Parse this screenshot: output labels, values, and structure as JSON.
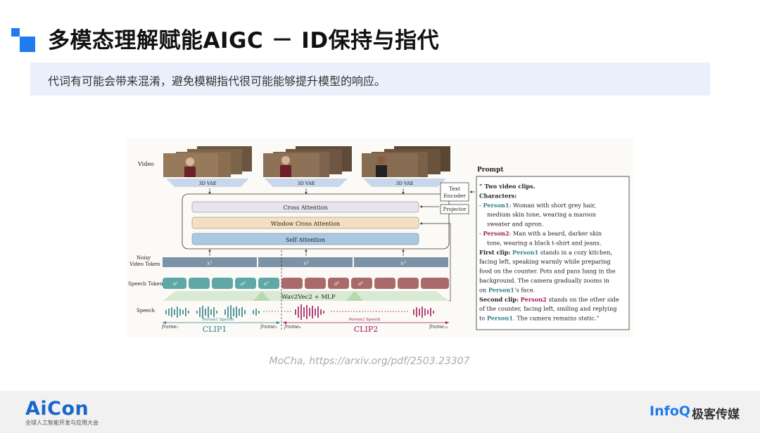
{
  "header": {
    "title": "多模态理解赋能AIGC － ID保持与指代",
    "banner_text": "代词有可能会带来混淆，避免模糊指代很可能能够提升模型的响应。"
  },
  "diagram": {
    "labels": {
      "video": "Video",
      "noisy_token": [
        "Noisy",
        "Video Token"
      ],
      "speech_token": "Speech Token",
      "speech": "Speech",
      "vae": "3D VAE",
      "cross_attention": "Cross Attention",
      "window_cross_attention": "Window Cross Attention",
      "self_attention": "Self Attention",
      "text_encoder": [
        "Text",
        "Encoder"
      ],
      "projector": "Projector",
      "wav2vec": "Wav2Vec2 + MLP",
      "x1": "x¹",
      "x2": "x²",
      "x3": "x³",
      "a1": "a¹",
      "a4": "a⁴",
      "a5": "a⁵",
      "a8": "a⁸",
      "a9": "a⁹",
      "person1_speech": "Person1 Speech",
      "person2_speech": "Person2 Speech",
      "clip1": "CLIP1",
      "clip2": "CLIP2",
      "frame1": "frame₁",
      "frame5": "frame₅",
      "frame6": "frame₆",
      "frame12": "frame₁₂"
    },
    "prompt": {
      "heading": "Prompt",
      "lines": [
        "“ Two video clips.",
        "Characters:",
        "- Person1: Woman with short grey hair,",
        "medium skin tone, wearing a maroon",
        "sweater and apron.",
        "- Person2: Man with a beard, darker skin",
        "tone, wearing a black t-shirt and jeans.",
        "First clip: Person1 stands in a cozy kitchen,",
        "facing left, speaking warmly while preparing",
        "food on the counter. Pots and pans hang in the",
        "background. The camera gradually zooms in",
        "on Person1’s face.",
        "Second clip: Person2 stands on the other side",
        "of the counter, facing left, smiling and replying",
        "to Person1. The camera remains static.”"
      ]
    },
    "colors": {
      "teal": "#5fa8a6",
      "maroon": "#a86a6a",
      "person1": "#2f7f86",
      "person2": "#a3195b"
    }
  },
  "caption": "MoCha, https://arxiv.org/pdf/2503.23307",
  "footer": {
    "aicon_logo": "AiCon",
    "aicon_sub": "全球人工智能开发与应用大会",
    "infoq": "InfoQ",
    "jike": "极客传媒"
  }
}
